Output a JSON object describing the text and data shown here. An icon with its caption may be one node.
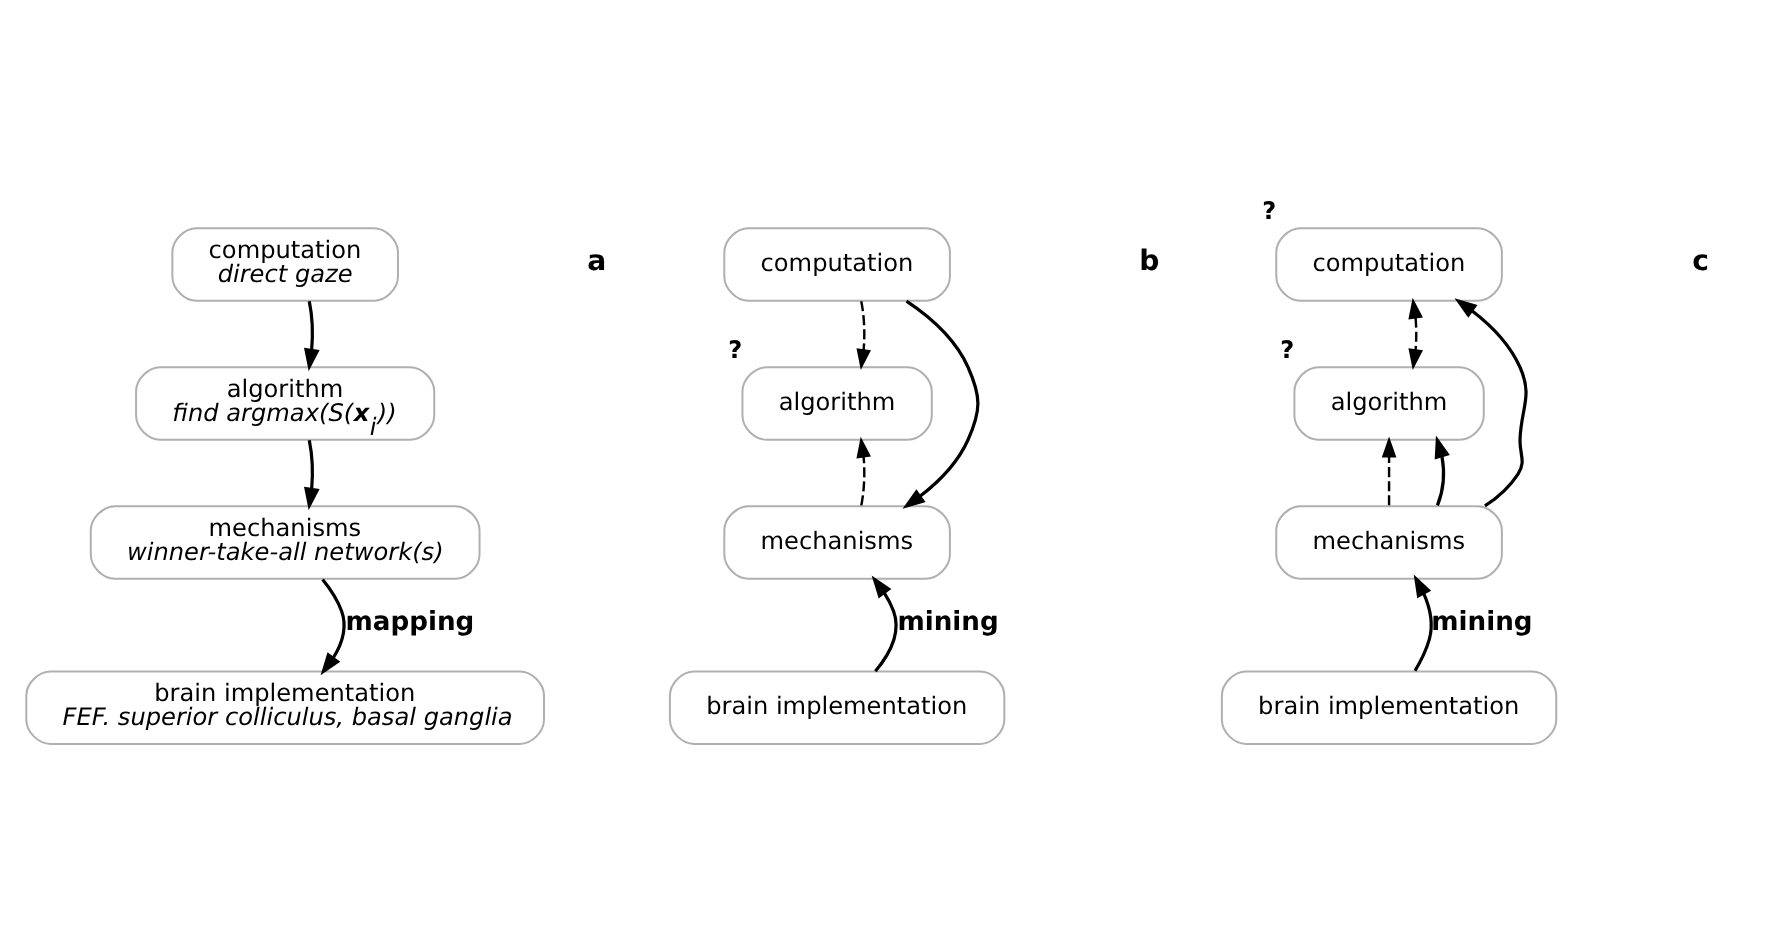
{
  "diagram": {
    "nodes": [
      {
        "text": [
          "computation",
          "direct gaze"
        ]
      },
      {
        "text": [
          "algorithm",
          "find argmax(S(**x**$_{i}$))"
        ]
      },
      {
        "text": [
          "mechanisms",
          "winner-take-all network(s)"
        ]
      },
      {
        "text": [
          "brain implementation",
          "FEF. superior colliculus, basal ganglia"
        ]
      },
      {
        "text": [
          "computation"
        ]
      },
      {
        "text": [
          "algorithm"
        ],
        "beside": [
          "?"
        ]
      },
      {
        "text": [
          "mechanisms"
        ]
      },
      {
        "text": [
          "brain implementation"
        ]
      },
      {
        "text": [
          "computation"
        ],
        "beside": [
          "?"
        ]
      },
      {
        "text": [
          "algorithm"
        ],
        "beside": [
          "?"
        ]
      },
      {
        "text": [
          "mechanisms"
        ]
      },
      {
        "text": [
          "brain implementation"
        ]
      }
    ],
    "edges": [
      {
        "from": 0,
        "to": 1,
        "arrow": "to"
      },
      {
        "from": 1,
        "to": 2,
        "arrow": "to"
      },
      {
        "from": 2,
        "to": 3,
        "arrow": "to",
        "label": "mapping"
      },
      {
        "from": 4,
        "to": 5,
        "arrow": "to",
        "style": "dashed"
      },
      {
        "from": 6,
        "to": 5,
        "arrow": "to",
        "style": "dashed"
      },
      {
        "from": 4,
        "to": 6,
        "arrow": "to"
      },
      {
        "from": 7,
        "to": 6,
        "arrow": "to",
        "label": "mining"
      },
      {
        "from": 10,
        "to": 8,
        "arrow": "to"
      },
      {
        "from": 8,
        "to": 9,
        "arrow": "both",
        "style": "dashed"
      },
      {
        "from": 10,
        "to": 9,
        "arrow": "to",
        "style": "dashed"
      },
      {
        "from": 10,
        "to": 9,
        "arrow": "to"
      },
      {
        "from": 11,
        "to": 10,
        "arrow": "to",
        "label": "mining"
      }
    ],
    "labels": [
      "a",
      "b",
      "c"
    ]
  }
}
